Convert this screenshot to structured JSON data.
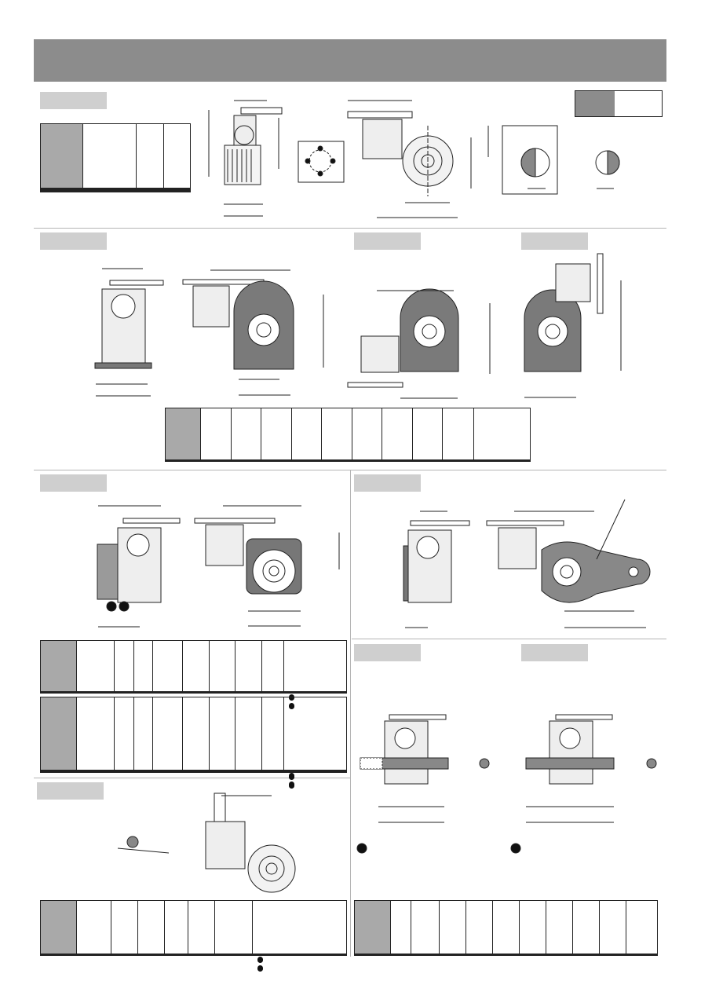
{
  "page": {
    "header_banner_color": "#8c8c8c",
    "tab_color": "#cfcfcf",
    "table_header_color": "#a9a9a9"
  },
  "icons": {
    "bullet": "filled-circle",
    "legend_dot": "filled-circle"
  },
  "sections": [
    {
      "id": "top-left-tab"
    },
    {
      "id": "mount-tab-1"
    },
    {
      "id": "mount-tab-2"
    },
    {
      "id": "mount-tab-3"
    },
    {
      "id": "flange-tab"
    },
    {
      "id": "torque-arm-tab"
    },
    {
      "id": "shaft-tab-1"
    },
    {
      "id": "shaft-tab-2"
    },
    {
      "id": "input-tab"
    }
  ]
}
